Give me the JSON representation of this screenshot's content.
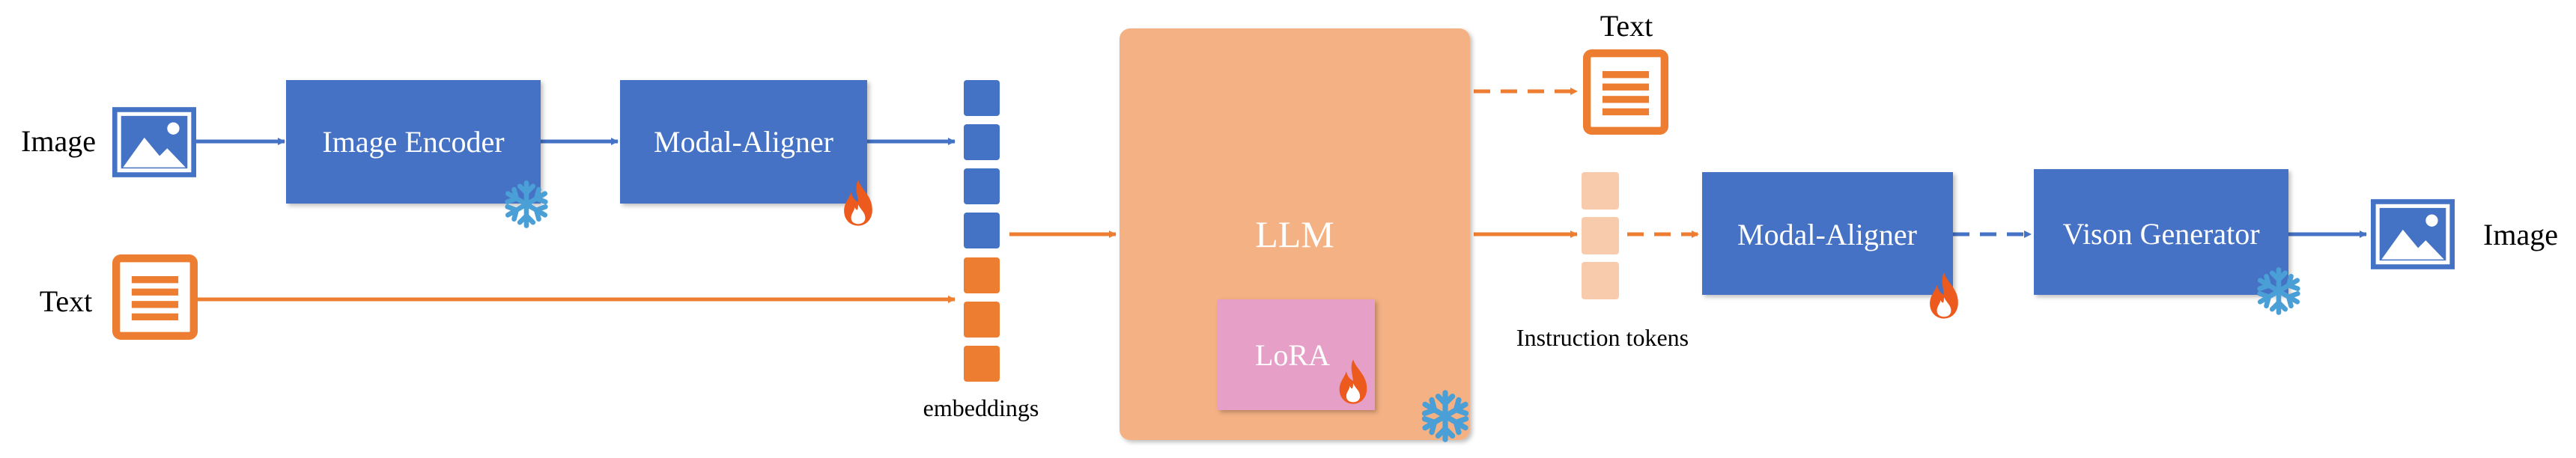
{
  "labels": {
    "image_in": "Image",
    "text_in": "Text",
    "image_encoder": "Image Encoder",
    "modal_aligner_1": "Modal-Aligner",
    "embeddings": "embeddings",
    "llm": "LLM",
    "lora": "LoRA",
    "text_out": "Text",
    "instruction_tokens": "Instruction tokens",
    "modal_aligner_2": "Modal-Aligner",
    "vision_generator": "Vison Generator",
    "image_out": "Image"
  },
  "colors": {
    "blue": "#4472c4",
    "orange": "#ed7d31",
    "llm_fill": "#f4b183",
    "token_light": "#f8cbad",
    "lora_fill": "#e6a0c8",
    "snow": "#4a9fd6"
  },
  "icons": {
    "image": "image-icon",
    "document": "document-icon",
    "frozen": "snowflake-icon",
    "trainable": "fire-icon"
  }
}
